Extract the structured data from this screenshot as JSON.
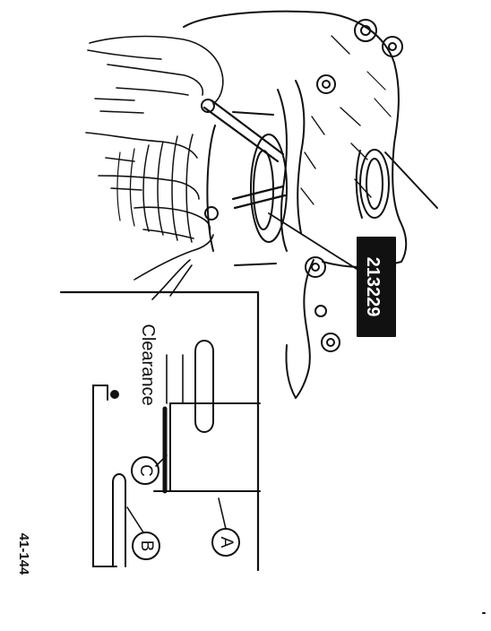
{
  "figure": {
    "part_number": "213229",
    "clearance_label": "Clearance",
    "callouts": {
      "a": "A",
      "b": "B",
      "c": "C"
    },
    "figure_id": "41-144",
    "colors": {
      "ink": "#111111",
      "paper": "#ffffff"
    }
  }
}
